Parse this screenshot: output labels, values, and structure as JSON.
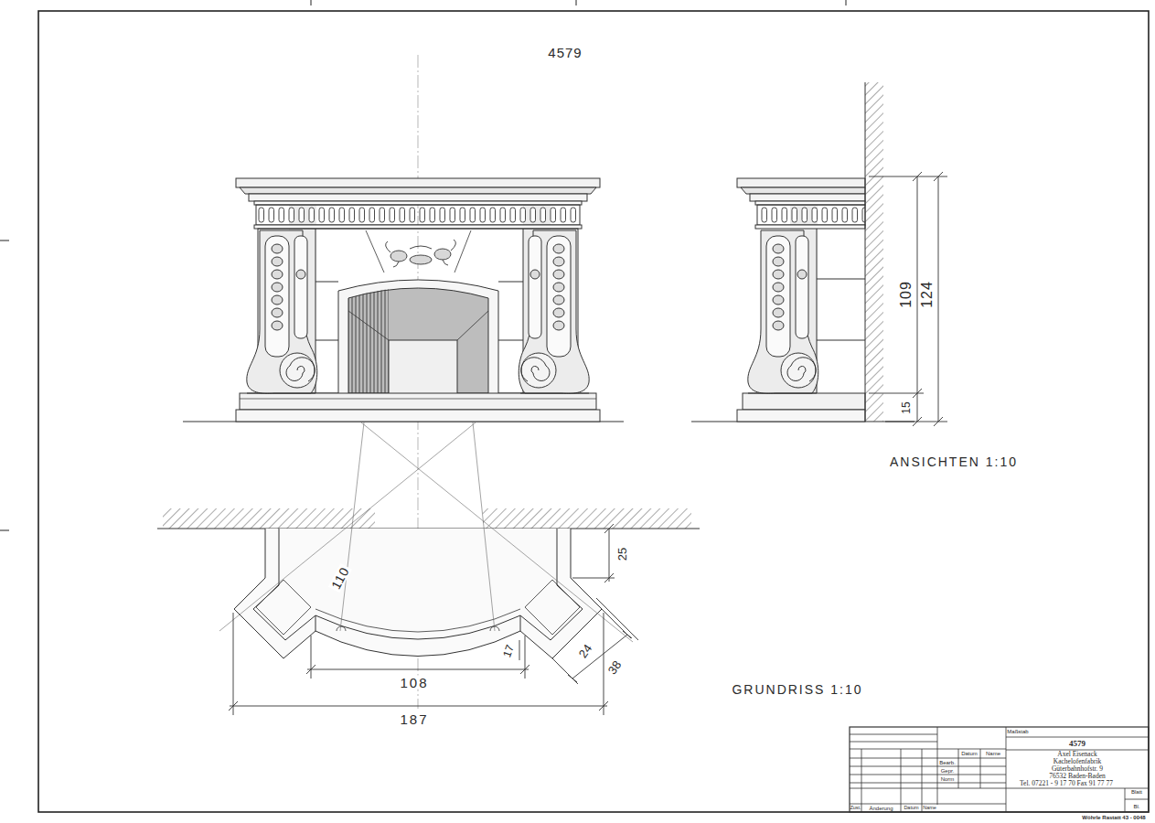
{
  "diagram": {
    "labels": [
      "4579",
      "109",
      "124",
      "15",
      "ANSICHTEN 1:10",
      "110",
      "25",
      "17",
      "24",
      "38",
      "108",
      "187",
      "GRUNDRISS 1:10",
      "Maßstab",
      "4579",
      "Axel Eisenack",
      "Kachelofenfabrik",
      "Güterbahnhofstr. 9",
      "76532 Baden-Baden",
      "Tel. 07221 - 9 17 70  Fax 91 77 77",
      "Blatt",
      "Bearb.",
      "Gepr.",
      "Norm",
      "Datum",
      "Name",
      "Zust.",
      "Änderung",
      "Datum",
      "Name",
      "Wöhrle Rastatt 43 - 0048",
      "Bl."
    ]
  }
}
